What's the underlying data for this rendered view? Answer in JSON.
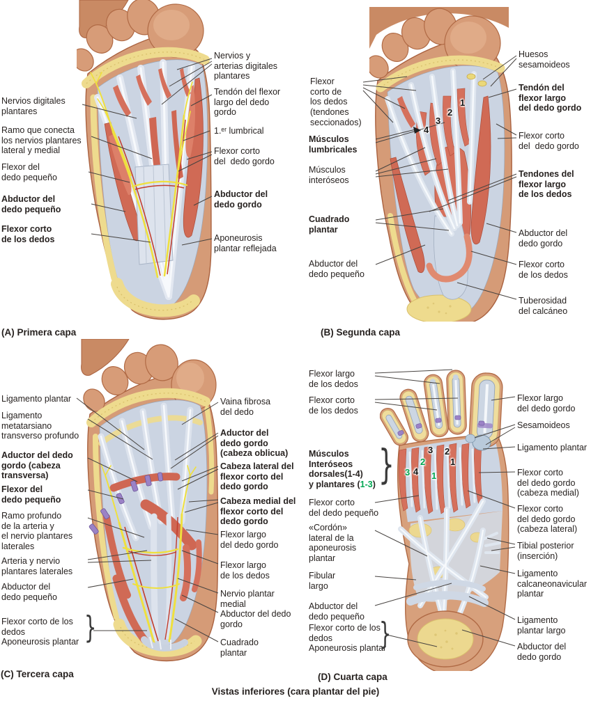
{
  "figure_caption": "Vistas inferiores (cara plantar del pie)",
  "colors": {
    "skin": "#d79c78",
    "fat": "#eedb8e",
    "tendon": "#ccd5e3",
    "muscle": "#d5705c",
    "nerve": "#efe03e",
    "artery": "#c23b2b",
    "ligament_purple": "#9b82c6",
    "accent_green": "#00a651",
    "text": "#272220"
  },
  "panels": {
    "a": {
      "caption": "(A) Primera capa",
      "left": [
        {
          "text": "Nervios digitales\nplantares"
        },
        {
          "text": "Ramo que conecta\nlos nervios plantares\nlateral y medial"
        },
        {
          "text": "Flexor del\ndedo pequeño"
        },
        {
          "text": "Abductor del\ndedo pequeño"
        },
        {
          "text": "Flexor corto\nde los dedos"
        }
      ],
      "right": [
        {
          "text": "Nervios y\narterias digitales\nplantares"
        },
        {
          "text": "Tendón del flexor\nlargo del dedo\ngordo"
        },
        {
          "text": "1.ᵉʳ lumbrical"
        },
        {
          "text": "Flexor corto\ndel  dedo gordo"
        },
        {
          "text": "Abductor del\ndedo gordo"
        },
        {
          "text": "Aponeurosis\nplantar reflejada"
        }
      ]
    },
    "b": {
      "caption": "(B) Segunda capa",
      "left": [
        {
          "text": "Flexor\ncorto de\nlos dedos\n(tendones\nseccionados)"
        },
        {
          "text": "Músculos\nlumbricales"
        },
        {
          "text": "Músculos\ninteróseos"
        },
        {
          "text": "Cuadrado\nplantar"
        },
        {
          "text": "Abductor del\ndedo pequeño"
        }
      ],
      "right": [
        {
          "text": "Huesos\nsesamoideos"
        },
        {
          "text": "Tendón del\nflexor largo\ndel dedo gordo"
        },
        {
          "text": "Flexor corto\ndel  dedo gordo"
        },
        {
          "text": "Tendones del\nflexor largo\nde los dedos"
        },
        {
          "text": "Abductor del\ndedo gordo"
        },
        {
          "text": "Flexor corto\nde los dedos"
        },
        {
          "text": "Tuberosidad\ndel calcáneo"
        }
      ],
      "numbers": [
        "4",
        "3",
        "2",
        "1"
      ]
    },
    "c": {
      "caption": "(C) Tercera capa",
      "left": [
        {
          "text": "Ligamento plantar"
        },
        {
          "text": "Ligamento\nmetatarsiano\ntransverso profundo"
        },
        {
          "text": "Aductor del dedo\ngordo (cabeza\ntransversa)"
        },
        {
          "text": "Flexor del\ndedo pequeño"
        },
        {
          "text": "Ramo profundo\nde la arteria y\nel nervio plantares\nlaterales"
        },
        {
          "text": "Arteria y nervio\nplantares laterales"
        },
        {
          "text": "Abductor del\ndedo pequeño"
        },
        {
          "text": "Flexor corto de los\ndedos\nAponeurosis plantar"
        }
      ],
      "right": [
        {
          "text": "Vaina fibrosa\ndel dedo"
        },
        {
          "text": "Aductor del\ndedo gordo\n(cabeza oblicua)"
        },
        {
          "text": "Cabeza lateral del\nflexor corto del\ndedo gordo"
        },
        {
          "text": "Cabeza medial del\nflexor corto del\ndedo gordo"
        },
        {
          "text": "Flexor largo\ndel dedo gordo"
        },
        {
          "text": "Flexor largo\nde los dedos"
        },
        {
          "text": "Nervio plantar\nmedial"
        },
        {
          "text": "Abductor del dedo\ngordo"
        },
        {
          "text": "Cuadrado\nplantar"
        }
      ]
    },
    "d": {
      "caption": "(D) Cuarta capa",
      "left": [
        {
          "text": "Flexor largo\nde los dedos"
        },
        {
          "text": "Flexor corto\nde los dedos"
        },
        {
          "text": "Músculos\nInteróseos\ndorsales(1-4)\ny plantares (",
          "green": "1-3",
          "post": ")"
        },
        {
          "text": "Flexor corto\ndel dedo pequeño"
        },
        {
          "text": "«Cordón»\nlateral de la\naponeurosis\nplantar"
        },
        {
          "text": "Fibular\nlargo"
        },
        {
          "text": "Abductor del\ndedo pequeño"
        },
        {
          "text": "Flexor corto de los\ndedos\nAponeurosis plantar"
        }
      ],
      "right": [
        {
          "text": "Flexor largo\ndel dedo gordo"
        },
        {
          "text": "Sesamoideos"
        },
        {
          "text": "Ligamento plantar"
        },
        {
          "text": "Flexor corto\ndel dedo gordo\n(cabeza medial)"
        },
        {
          "text": "Flexor corto\ndel dedo gordo\n(cabeza lateral)"
        },
        {
          "text": "Tibial posterior\n(inserción)"
        },
        {
          "text": "Ligamento\ncalcaneonavicular\nplantar"
        },
        {
          "text": "Ligamento\nplantar largo"
        },
        {
          "text": "Abductor del\ndedo gordo"
        }
      ],
      "numbers_black": [
        "3",
        "2",
        "1",
        "4"
      ],
      "numbers_green": [
        "2",
        "3",
        "1"
      ]
    }
  }
}
